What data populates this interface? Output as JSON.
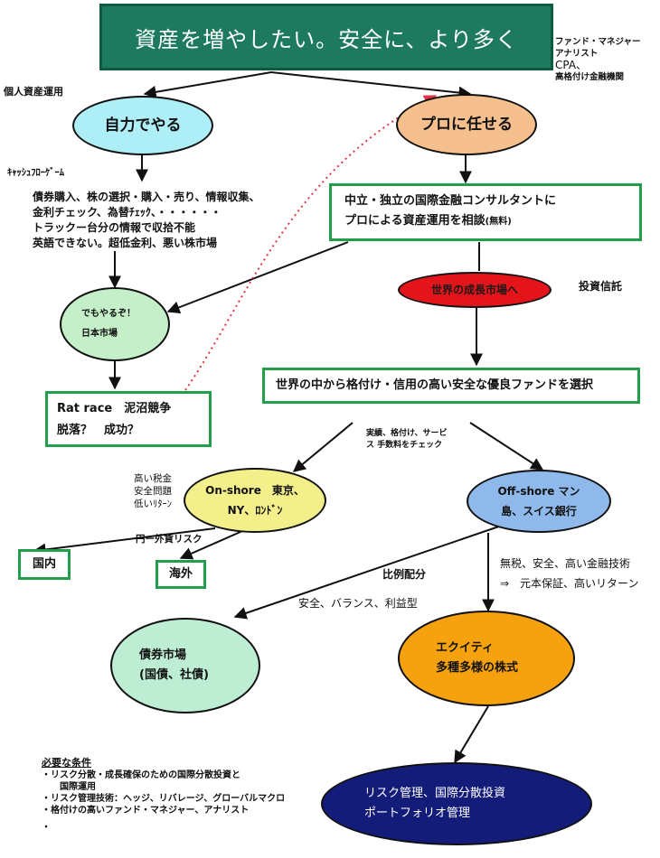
{
  "title": "資産を増やしたい。安全に、より多く",
  "top_right_note": [
    "ファンド・マネジャー",
    "アナリスト",
    "CPA、",
    "高格付け金融機関"
  ],
  "left_label": "個人資産運用",
  "nodes": {
    "jiriki": "自力でやる",
    "pro": "プロに任せる",
    "consult_box": [
      "中立・独立の国際金融コンサルタントに",
      "プロによる資産運用を相談"
    ],
    "consult_free": "(無料)",
    "growth_market": "世界の成長市場へ",
    "select_funds": "世界の中から格付け・信用の高い安全な優良ファンドを選択",
    "demo": [
      "でもやるぞ！",
      "日本市場"
    ],
    "rat_race": [
      "Rat race　泥沼競争",
      "脱落？　成功？"
    ],
    "onshore": "On-shore　東京、\nNY、ﾛﾝﾄﾞﾝ",
    "offshore": "Off-shore マン\n島、スイス銀行",
    "domestic": "国内",
    "overseas": "海外",
    "bonds": "債券市場\n(国債、社債)",
    "equity": "エクイティ\n多種多様の株式",
    "risk_mgmt": "リスク管理、国際分散投資\nポートフォリオ管理"
  },
  "labels": {
    "cashflow": "ｷｬｯｼｭﾌﾛｰｹﾞｰﾑ",
    "self_issues": [
      "債券購入、株の選択・購入・売り、情報収集、",
      "金利チェック、為替ﾁｪｯｸ、・・・・・・",
      "トラックー台分の情報で収拾不能",
      "英語できない。超低金利、悪い株市場"
    ],
    "investment_trust": "投資信託",
    "check_note": [
      "実績、格付け、サービ",
      "ス 手数料をチェック"
    ],
    "onshore_issues": [
      "高い税金",
      "安全問題",
      "低いﾘﾀｰﾝ"
    ],
    "currency_risk": "円ー外貨リスク",
    "proportional": "比例配分",
    "allocation_types": "安全、バランス、利益型",
    "offshore_benefits": [
      "無税、安全、高い金融技術",
      "⇒　元本保証、高いリターン"
    ]
  },
  "conditions": {
    "heading": "必要な条件",
    "items": [
      "・リスク分散・成長確保のための国際分散投資と",
      "　　国際運用",
      "・リスク管理技術：ヘッジ、リバレージ、グローバルマクロ",
      "・格付けの高いファンド・マネジャー、アナリスト",
      "・"
    ]
  },
  "colors": {
    "title_bg": "#1d7a5e",
    "box_border": "#239d49",
    "jiriki_fill": "#aeeef7",
    "pro_fill": "#f5c08e",
    "growth_fill": "#e4141b",
    "demo_fill": "#c5efc8",
    "onshore_fill": "#f3ef8a",
    "offshore_fill": "#8fb9ea",
    "bonds_fill": "#bdeed3",
    "equity_fill": "#f6a20f",
    "risk_fill": "#141c7a",
    "dotted_arrow": "#e3344a"
  }
}
